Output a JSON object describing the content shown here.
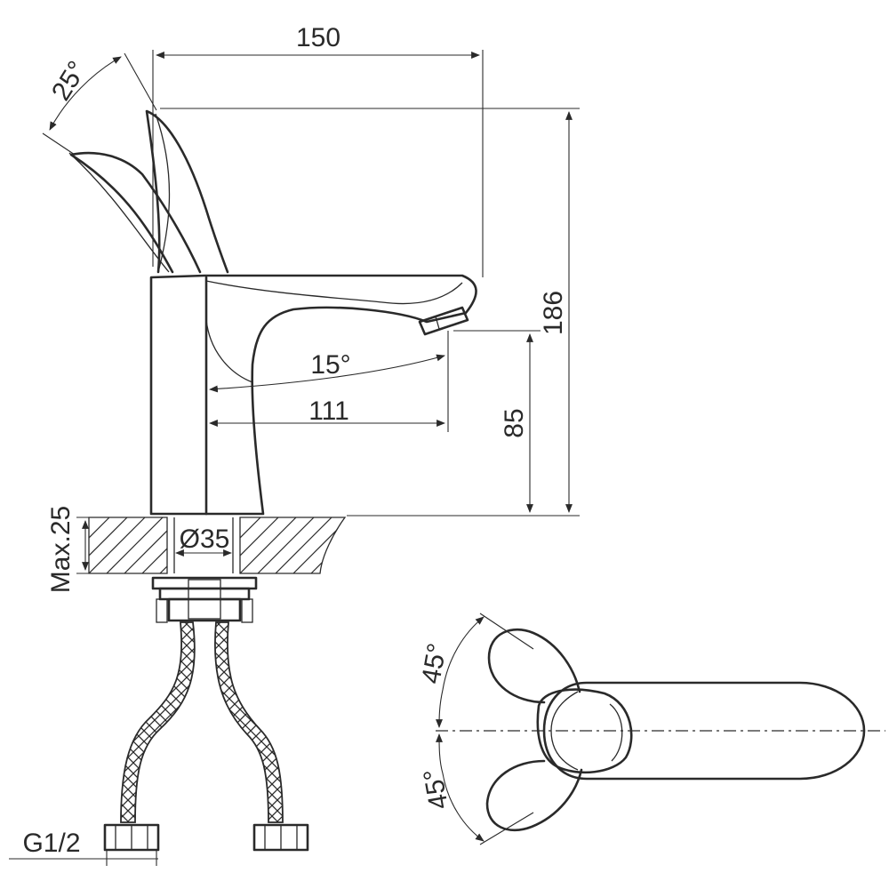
{
  "dimensions": {
    "width_total": "150",
    "height_total": "186",
    "spout_height": "85",
    "spout_reach": "111",
    "spout_angle": "15°",
    "lever_angle": "25°",
    "hole_diameter": "Ø35",
    "max_thickness": "Max.25",
    "thread": "G1/2",
    "rotate_up": "45°",
    "rotate_down": "45°"
  }
}
